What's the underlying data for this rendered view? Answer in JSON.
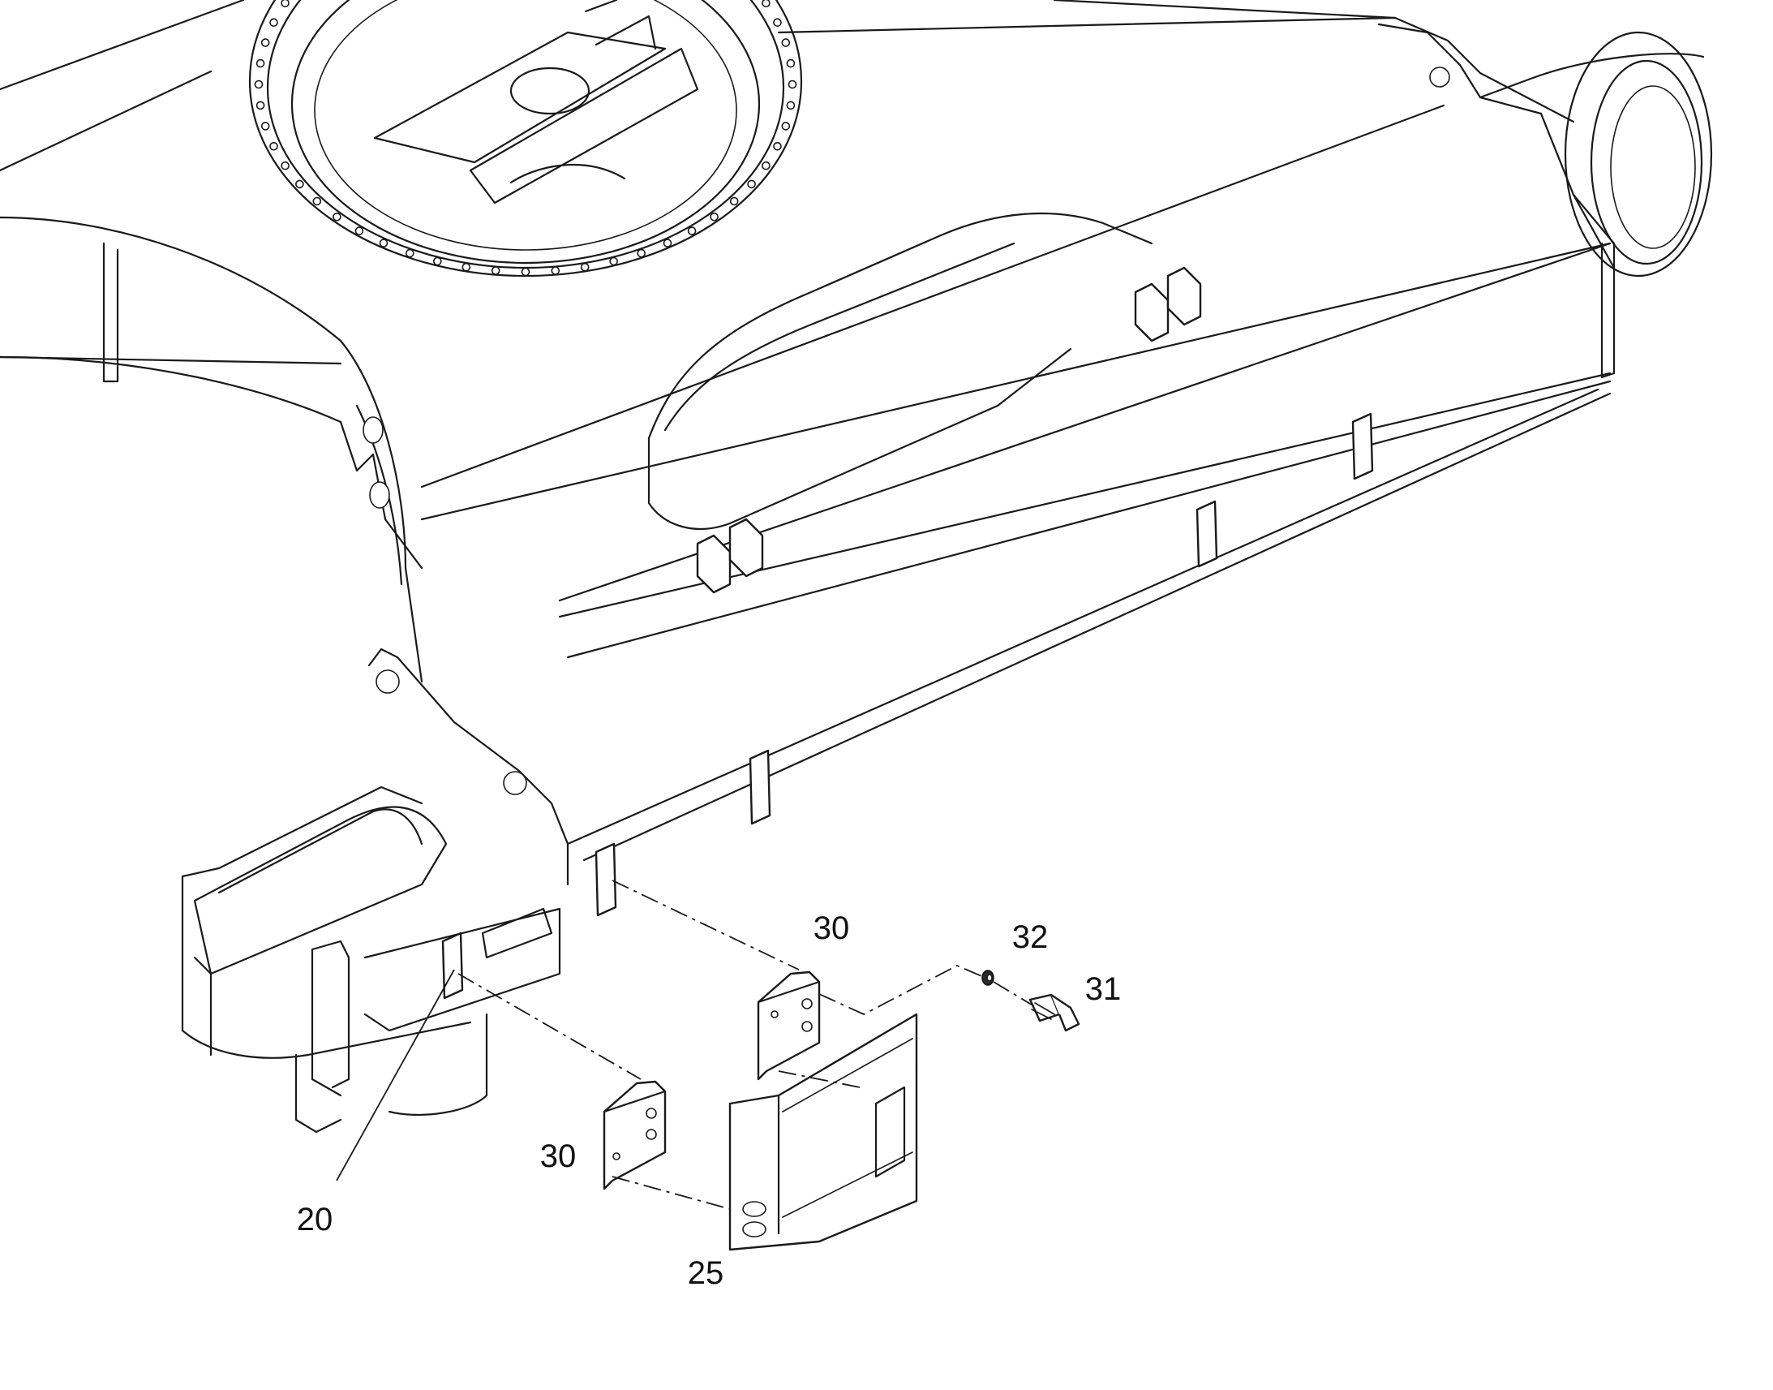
{
  "diagram": {
    "callouts": [
      {
        "id": "c20",
        "label": "20"
      },
      {
        "id": "c25",
        "label": "25"
      },
      {
        "id": "c30a",
        "label": "30"
      },
      {
        "id": "c30b",
        "label": "30"
      },
      {
        "id": "c31",
        "label": "31"
      },
      {
        "id": "c32",
        "label": "32"
      }
    ]
  }
}
